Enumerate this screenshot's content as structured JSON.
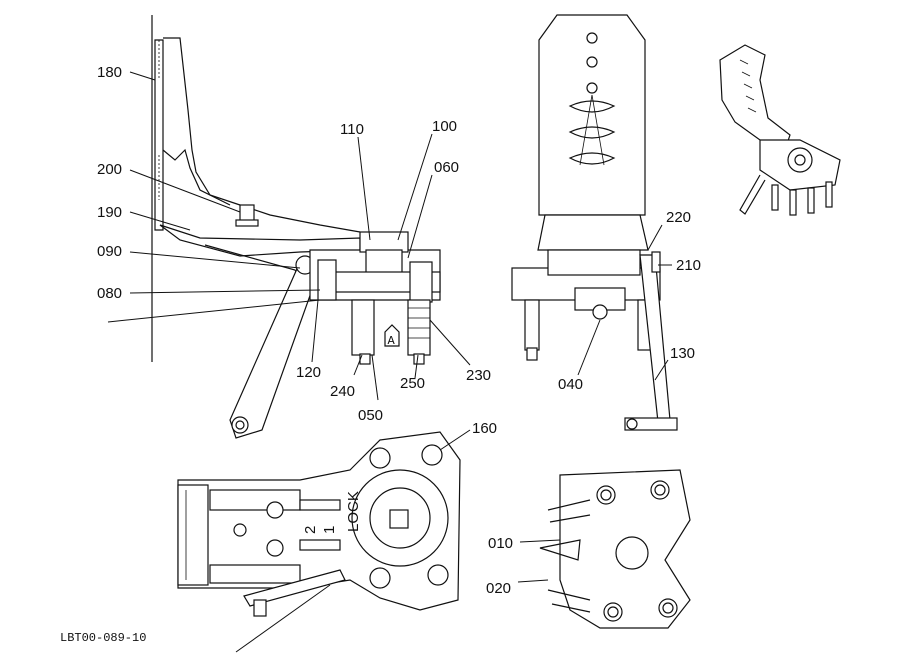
{
  "diagram": {
    "drawing_code": "LBT00-089-10",
    "view_marker": "A",
    "callouts": [
      {
        "id": "c180",
        "text": "180"
      },
      {
        "id": "c200",
        "text": "200"
      },
      {
        "id": "c190",
        "text": "190"
      },
      {
        "id": "c090",
        "text": "090"
      },
      {
        "id": "c080",
        "text": "080"
      },
      {
        "id": "c110",
        "text": "110"
      },
      {
        "id": "c100",
        "text": "100"
      },
      {
        "id": "c060",
        "text": "060"
      },
      {
        "id": "c120",
        "text": "120"
      },
      {
        "id": "c240",
        "text": "240"
      },
      {
        "id": "c050",
        "text": "050"
      },
      {
        "id": "c250",
        "text": "250"
      },
      {
        "id": "c230",
        "text": "230"
      },
      {
        "id": "c220",
        "text": "220"
      },
      {
        "id": "c210",
        "text": "210"
      },
      {
        "id": "c040",
        "text": "040"
      },
      {
        "id": "c130",
        "text": "130"
      },
      {
        "id": "c160",
        "text": "160"
      },
      {
        "id": "c010",
        "text": "010"
      },
      {
        "id": "c020",
        "text": "020"
      }
    ],
    "part_markings": {
      "lock": "LOCK",
      "position_1": "1",
      "position_2": "2"
    }
  }
}
